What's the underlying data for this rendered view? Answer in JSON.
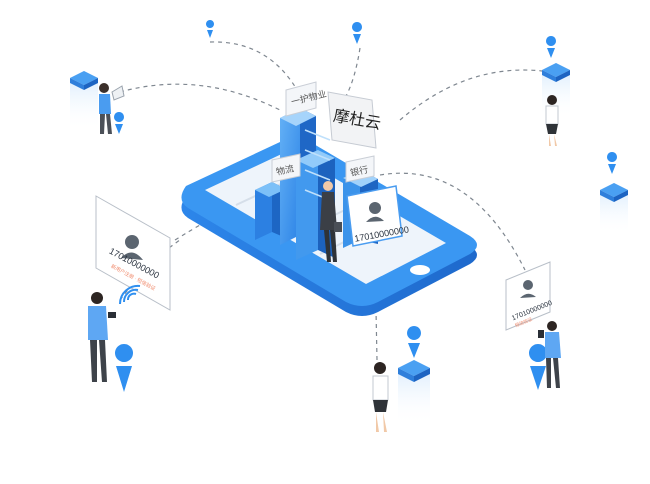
{
  "brand": {
    "name": "摩杜云"
  },
  "phone": {
    "sign_left": "一护物业",
    "sign_mid": "物流",
    "sign_right": "银行"
  },
  "cards": {
    "left": {
      "number": "17010000000",
      "sub": "新用户注册 · 短信验证"
    },
    "center": {
      "number": "17010000000"
    },
    "right": {
      "number": "17010000000",
      "sub": "短信验证"
    }
  },
  "colors": {
    "primary": "#2f8ff0",
    "primary_dark": "#1f6fd0",
    "light_blue": "#d6eafd",
    "grey_line": "#9aa3ad",
    "accent": "#f08a6c"
  },
  "icons": [
    "map-pin-icon",
    "wifi-signal-icon",
    "avatar-icon",
    "iso-cube-icon"
  ]
}
